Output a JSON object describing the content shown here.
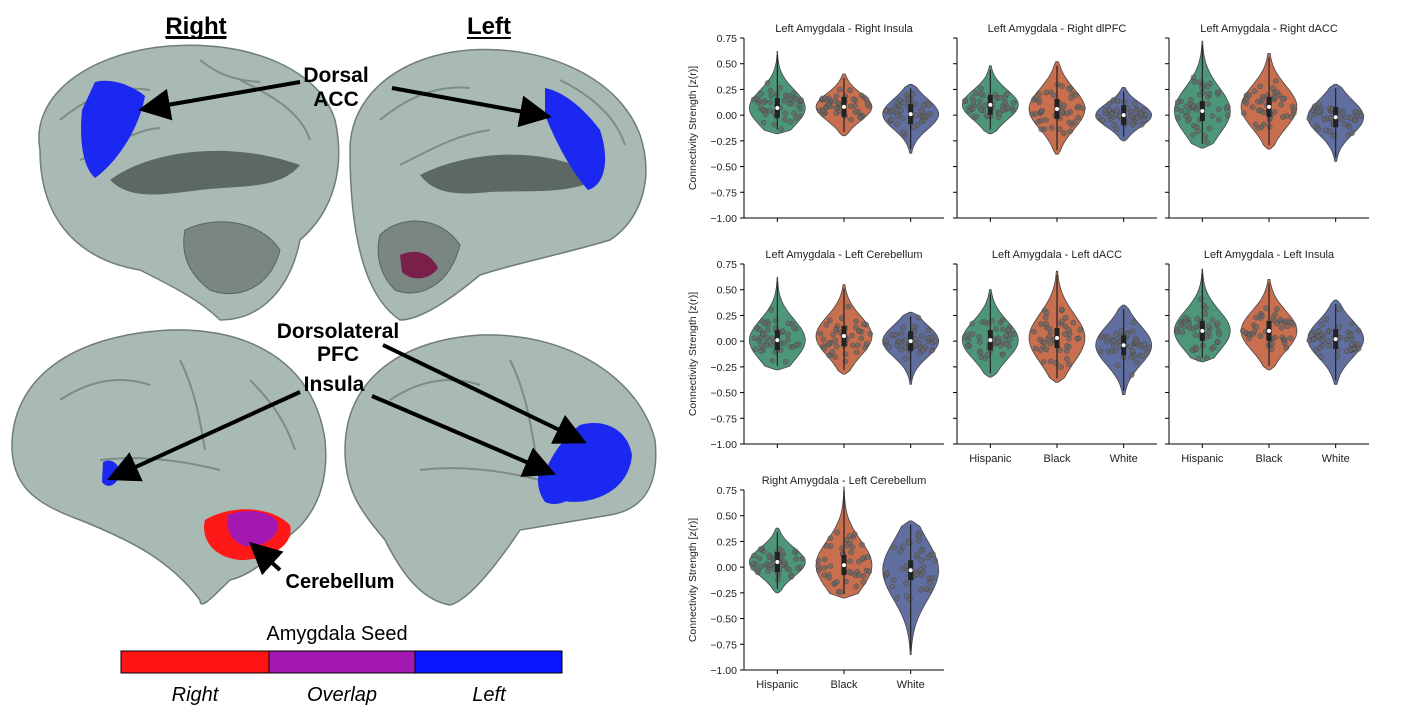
{
  "figure": {
    "hemisphere_labels": {
      "right": "Right",
      "left": "Left"
    },
    "region_labels": {
      "dorsal_acc_line1": "Dorsal",
      "dorsal_acc_line2": "ACC",
      "dlpfc_line1": "Dorsolateral",
      "dlpfc_line2": "PFC",
      "insula": "Insula",
      "cerebellum": "Cerebellum"
    },
    "legend": {
      "title": "Amygdala Seed",
      "items": [
        {
          "label": "Right",
          "color": "#ff1414"
        },
        {
          "label": "Overlap",
          "color": "#a218b0"
        },
        {
          "label": "Left",
          "color": "#0a14ff"
        }
      ]
    },
    "colors": {
      "brain_fill": "#a9b9b3",
      "brain_edge": "#6f7d77",
      "hispanic": "#3a8b6b",
      "black": "#c2603c",
      "white": "#4f5f96"
    }
  },
  "chart_data": [
    {
      "type": "violin",
      "title": "Left Amygdala - Right Insula",
      "ylabel": "Connectivity Strength [z(r)]",
      "ylim": [
        -1.0,
        0.75
      ],
      "yticks": [
        "0.75",
        "0.50",
        "0.25",
        "0.00",
        "−0.25",
        "−0.50",
        "−0.75",
        "−1.00"
      ],
      "categories": [
        "Hispanic",
        "Black",
        "White"
      ],
      "series": [
        {
          "name": "Hispanic",
          "min": -0.18,
          "max": 0.62,
          "median": 0.07
        },
        {
          "name": "Black",
          "min": -0.2,
          "max": 0.4,
          "median": 0.08
        },
        {
          "name": "White",
          "min": -0.37,
          "max": 0.3,
          "median": 0.01
        }
      ]
    },
    {
      "type": "violin",
      "title": "Left Amygdala - Right dlPFC",
      "ylabel": "",
      "ylim": [
        -1.0,
        0.75
      ],
      "categories": [
        "Hispanic",
        "Black",
        "White"
      ],
      "series": [
        {
          "name": "Hispanic",
          "min": -0.18,
          "max": 0.48,
          "median": 0.1
        },
        {
          "name": "Black",
          "min": -0.38,
          "max": 0.52,
          "median": 0.06
        },
        {
          "name": "White",
          "min": -0.25,
          "max": 0.27,
          "median": 0.0
        }
      ]
    },
    {
      "type": "violin",
      "title": "Left Amygdala - Right dACC",
      "ylabel": "",
      "ylim": [
        -1.0,
        0.75
      ],
      "categories": [
        "Hispanic",
        "Black",
        "White"
      ],
      "series": [
        {
          "name": "Hispanic",
          "min": -0.32,
          "max": 0.72,
          "median": 0.04
        },
        {
          "name": "Black",
          "min": -0.33,
          "max": 0.6,
          "median": 0.08
        },
        {
          "name": "White",
          "min": -0.45,
          "max": 0.3,
          "median": -0.02
        }
      ]
    },
    {
      "type": "violin",
      "title": "Left Amygdala - Left Cerebellum",
      "ylabel": "Connectivity Strength [z(r)]",
      "ylim": [
        -1.0,
        0.75
      ],
      "yticks": [
        "0.75",
        "0.50",
        "0.25",
        "0.00",
        "−0.25",
        "−0.50",
        "−0.75",
        "−1.00"
      ],
      "categories": [
        "Hispanic",
        "Black",
        "White"
      ],
      "series": [
        {
          "name": "Hispanic",
          "min": -0.28,
          "max": 0.62,
          "median": 0.01
        },
        {
          "name": "Black",
          "min": -0.32,
          "max": 0.55,
          "median": 0.05
        },
        {
          "name": "White",
          "min": -0.42,
          "max": 0.28,
          "median": 0.0
        }
      ]
    },
    {
      "type": "violin",
      "title": "Left Amygdala - Left dACC",
      "ylabel": "",
      "ylim": [
        -1.0,
        0.75
      ],
      "categories": [
        "Hispanic",
        "Black",
        "White"
      ],
      "xticks": [
        "Hispanic",
        "Black",
        "White"
      ],
      "series": [
        {
          "name": "Hispanic",
          "min": -0.35,
          "max": 0.5,
          "median": 0.01
        },
        {
          "name": "Black",
          "min": -0.4,
          "max": 0.68,
          "median": 0.03
        },
        {
          "name": "White",
          "min": -0.52,
          "max": 0.35,
          "median": -0.04
        }
      ]
    },
    {
      "type": "violin",
      "title": "Left Amygdala - Left Insula",
      "ylabel": "",
      "ylim": [
        -1.0,
        0.75
      ],
      "categories": [
        "Hispanic",
        "Black",
        "White"
      ],
      "xticks": [
        "Hispanic",
        "Black",
        "White"
      ],
      "series": [
        {
          "name": "Hispanic",
          "min": -0.2,
          "max": 0.7,
          "median": 0.1
        },
        {
          "name": "Black",
          "min": -0.28,
          "max": 0.6,
          "median": 0.1
        },
        {
          "name": "White",
          "min": -0.42,
          "max": 0.4,
          "median": 0.02
        }
      ]
    },
    {
      "type": "violin",
      "title": "Right Amygdala - Left Cerebellum",
      "ylabel": "Connectivity Strength [z(r)]",
      "ylim": [
        -1.0,
        0.75
      ],
      "yticks": [
        "0.75",
        "0.50",
        "0.25",
        "0.00",
        "−0.25",
        "−0.50",
        "−0.75",
        "−1.00"
      ],
      "categories": [
        "Hispanic",
        "Black",
        "White"
      ],
      "xticks": [
        "Hispanic",
        "Black",
        "White"
      ],
      "series": [
        {
          "name": "Hispanic",
          "min": -0.25,
          "max": 0.38,
          "median": 0.05
        },
        {
          "name": "Black",
          "min": -0.3,
          "max": 0.78,
          "median": 0.02
        },
        {
          "name": "White",
          "min": -0.85,
          "max": 0.45,
          "median": -0.03
        }
      ]
    }
  ]
}
